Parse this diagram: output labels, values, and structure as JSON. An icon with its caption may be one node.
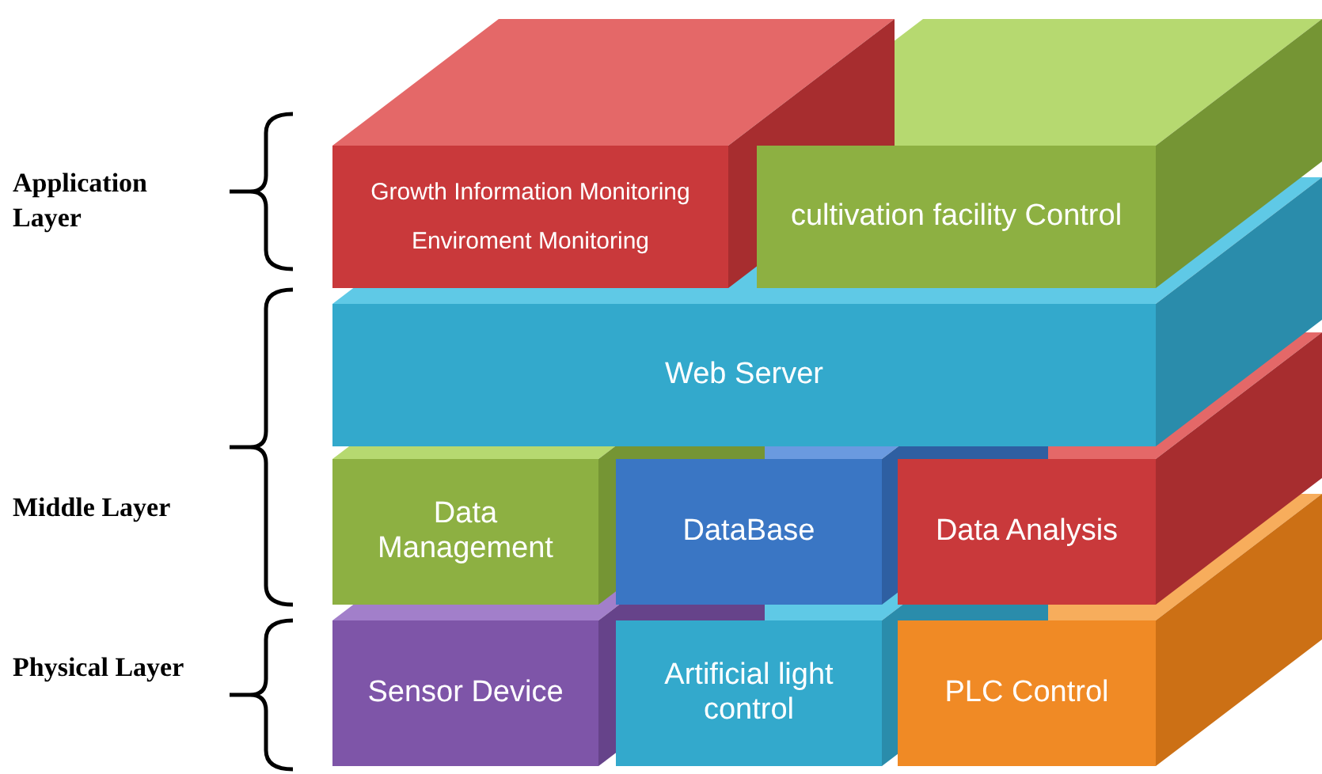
{
  "diagram": {
    "nodes": [
      {
        "text": [
          "Growth Information Monitoring",
          "Enviroment Monitoring"
        ]
      },
      {
        "text": [
          "cultivation facility Control"
        ]
      },
      {
        "text": [
          "Web Server"
        ]
      },
      {
        "text": [
          "Data Management"
        ]
      },
      {
        "text": [
          "DataBase"
        ]
      },
      {
        "text": [
          "Data Analysis"
        ]
      },
      {
        "text": [
          "Sensor Device"
        ]
      },
      {
        "text": [
          "Artificial light control"
        ]
      },
      {
        "text": [
          "PLC Control"
        ]
      }
    ],
    "labels": [
      "Application Layer",
      "Middle Layer",
      "Physical Layer"
    ]
  }
}
